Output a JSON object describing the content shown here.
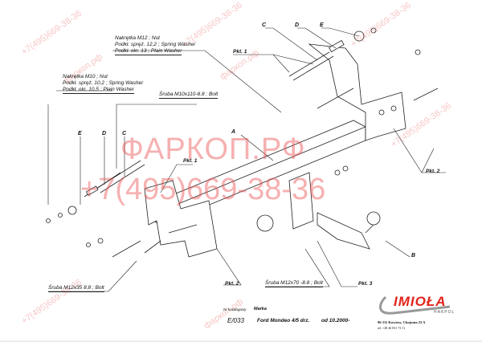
{
  "labels": {
    "nut_m12": "Nakrętka  M12 ; Nut",
    "spring_12": "Podkł. spręż. 12,2 ; Spring Washer",
    "plain_13": "Podkł. okr. 13 ; Plain Washer",
    "nut_m10": "Nakrętka  M10 ; Nut",
    "spring_10": "Podkł. spręż. 10,2 ; Spring Washer",
    "plain_10": "Podkł. okr. 10,5 ; Plain Washer",
    "bolt_m10": "Śruba M10x110-8.8 ;  Bolt",
    "bolt_m12x35": "Śruba M12x35 8.8 ;  Bolt",
    "bolt_m12x70": "Śruba M12x70 -8.8 ;  Bolt"
  },
  "points": {
    "pkt1": "Pkt. 1",
    "pkt2": "Pkt. 2",
    "pkt3": "Pkt. 3"
  },
  "letters": {
    "a": "A",
    "b": "B",
    "c": "C",
    "d": "D",
    "e": "E"
  },
  "title_block": {
    "catalog_label": "Nr katalogowy",
    "brand_label": "Marka",
    "catalog_no": "E/033",
    "vehicle": "Ford Mondeo 4/5 drz.",
    "since": "od 10.2000-",
    "logo_text": "IMIOŁA",
    "logo_sub": "HAKPOL",
    "address": "96-111 Kowiesy, Chojnata 23 A",
    "phone": "tel. +48 46 831 73 11"
  },
  "watermark": {
    "brand": "ФАРКОП.РФ",
    "phone": "+7(495)669-38-36",
    "small_brand": "фаркоп.рф",
    "small_phone": "+7(495)669-38-36"
  },
  "colors": {
    "watermark": "#eb5050",
    "logo": "#e2231a"
  }
}
